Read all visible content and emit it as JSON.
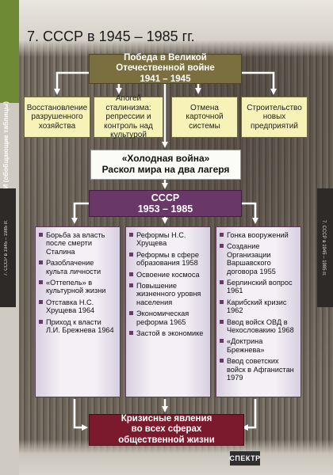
{
  "sidebar": {
    "series_title": "ИСТОРИЯ РОССИИ (обобщающие таблицы)",
    "page_code_left": "7. СССР в 1945 – 1985 гг.",
    "page_code_right": "7. СССР в 1945 – 1985 гг."
  },
  "page_title": "7. СССР в 1945 – 1985 гг.",
  "top_node": {
    "line1": "Победа в Великой",
    "line2": "Отечественной войне",
    "line3": "1941 – 1945"
  },
  "consequences": [
    {
      "label": "Восстановление разрушенного хозяйства"
    },
    {
      "label": "Апогей сталинизма: репрессии и контроль над культурой"
    },
    {
      "label": "Отмена карточной системы"
    },
    {
      "label": "Строительство новых предприятий"
    }
  ],
  "cold_war": {
    "line1": "«Холодная война»",
    "line2": "Раскол мира на два лагеря"
  },
  "ussr_node": {
    "line1": "СССР",
    "line2": "1953 – 1985"
  },
  "columns": [
    {
      "items": [
        "Борьба за власть после смерти Сталина",
        "Разоблачение культа личности",
        "«Оттепель» в культурной жизни",
        "Отставка Н.С. Хрущева 1964",
        "Приход к власти Л.И. Брежнева 1964"
      ]
    },
    {
      "items": [
        "Реформы Н.С. Хрущева",
        "Реформы в сфере образования 1958",
        "Освоение космоса",
        "Повышение жизненного уровня населения",
        "Экономическая реформа 1965",
        "Застой в экономике"
      ]
    },
    {
      "items": [
        "Гонка вооружений",
        "Создание Организации Варшавского договора 1955",
        "Берлинский вопрос 1961",
        "Карибский кризис 1962",
        "Ввод войск ОВД в Чехословакию 1968",
        "«Доктрина Брежнева»",
        "Ввод советских войск в Афганистан 1979"
      ]
    }
  ],
  "bottom_node": {
    "line1": "Кризисные явления",
    "line2": "во всех сферах",
    "line3": "общественной жизни"
  },
  "publisher": {
    "logo": "СПЕКТР"
  },
  "colors": {
    "olive": "#7c6f3f",
    "plum": "#6a3868",
    "wine": "#7a1a2c",
    "yellow": "#f7f3b8",
    "green": "#6f8a34"
  }
}
